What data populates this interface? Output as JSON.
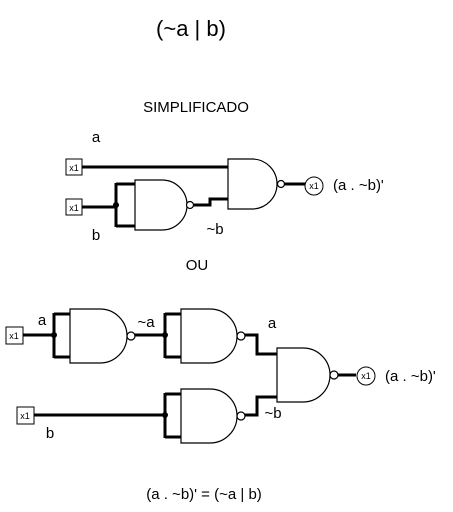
{
  "title": "(~a | b)",
  "section1": {
    "heading": "SIMPLIFICADO",
    "input_a_label": "a",
    "input_b_label": "b",
    "input_box_text": "x1",
    "inter_label": "~b",
    "output_box_text": "x1",
    "output_label": "(a . ~b)'"
  },
  "separator": "OU",
  "section2": {
    "input_a_label": "a",
    "input_b_label": "b",
    "input_box_text": "x1",
    "label_not_a": "~a",
    "label_a": "a",
    "label_not_b": "~b",
    "output_box_text": "x1",
    "output_label": "(a . ~b)'"
  },
  "equation": "(a . ~b)' = (~a | b)"
}
